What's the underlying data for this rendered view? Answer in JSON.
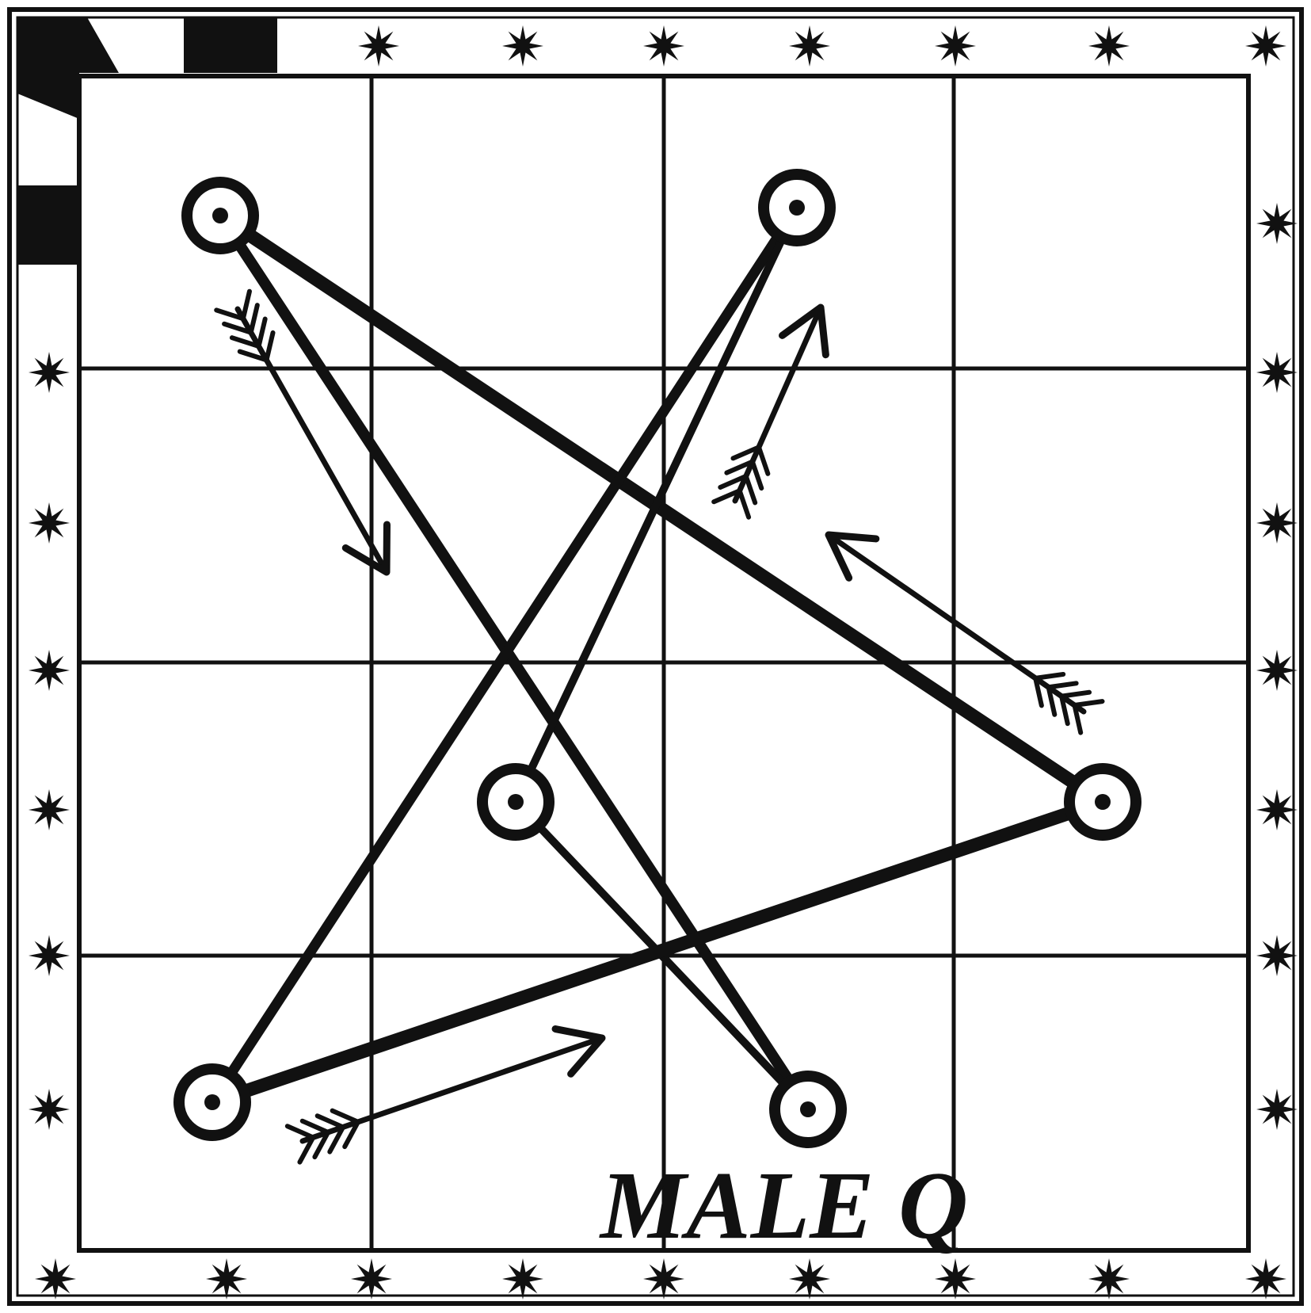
{
  "diagram": {
    "caption": "MALE Q",
    "grid": {
      "rows": 4,
      "columns": 4
    },
    "nodes": [
      {
        "id": "node-1",
        "kind": "ring"
      },
      {
        "id": "node-2",
        "kind": "ring"
      },
      {
        "id": "node-3",
        "kind": "ring"
      },
      {
        "id": "node-4",
        "kind": "ring"
      },
      {
        "id": "node-5",
        "kind": "ring"
      },
      {
        "id": "node-6",
        "kind": "ring"
      }
    ],
    "connections": [
      {
        "from": "node-1",
        "to": "node-4"
      },
      {
        "from": "node-1",
        "to": "node-6"
      },
      {
        "from": "node-2",
        "to": "node-5"
      },
      {
        "from": "node-2",
        "to": "node-3"
      },
      {
        "from": "node-3",
        "to": "node-6"
      },
      {
        "from": "node-5",
        "to": "node-4"
      }
    ],
    "arrows": [
      {
        "id": "arrow-top-left",
        "direction": "down-right"
      },
      {
        "id": "arrow-center-up",
        "direction": "up-right"
      },
      {
        "id": "arrow-right",
        "direction": "up-left"
      },
      {
        "id": "arrow-bottom",
        "direction": "right"
      }
    ],
    "colors": {
      "ink": "#111111",
      "paper": "#ffffff"
    },
    "border_ornament": "star-icon"
  }
}
